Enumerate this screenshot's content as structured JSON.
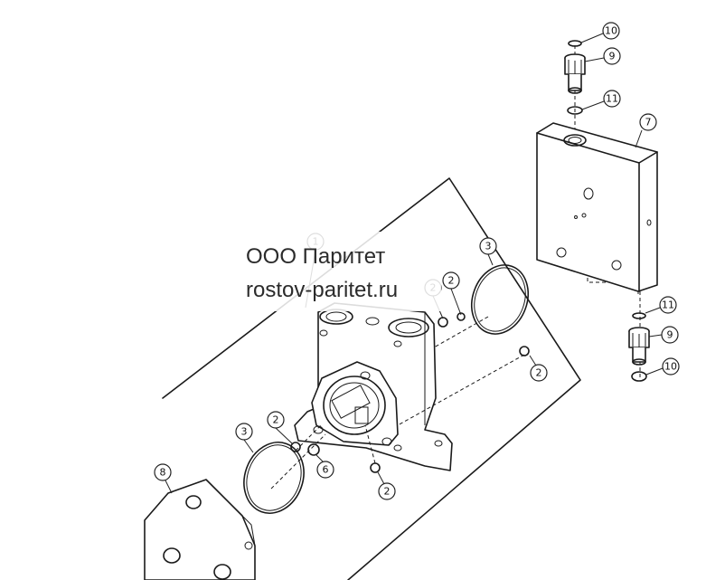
{
  "watermark": {
    "company": "ООО Паритет",
    "website": "rostov-paritet.ru"
  },
  "callouts": [
    "1",
    "2",
    "2",
    "2",
    "2",
    "2",
    "3",
    "3",
    "6",
    "7",
    "8",
    "9",
    "9",
    "10",
    "10",
    "11",
    "11"
  ]
}
